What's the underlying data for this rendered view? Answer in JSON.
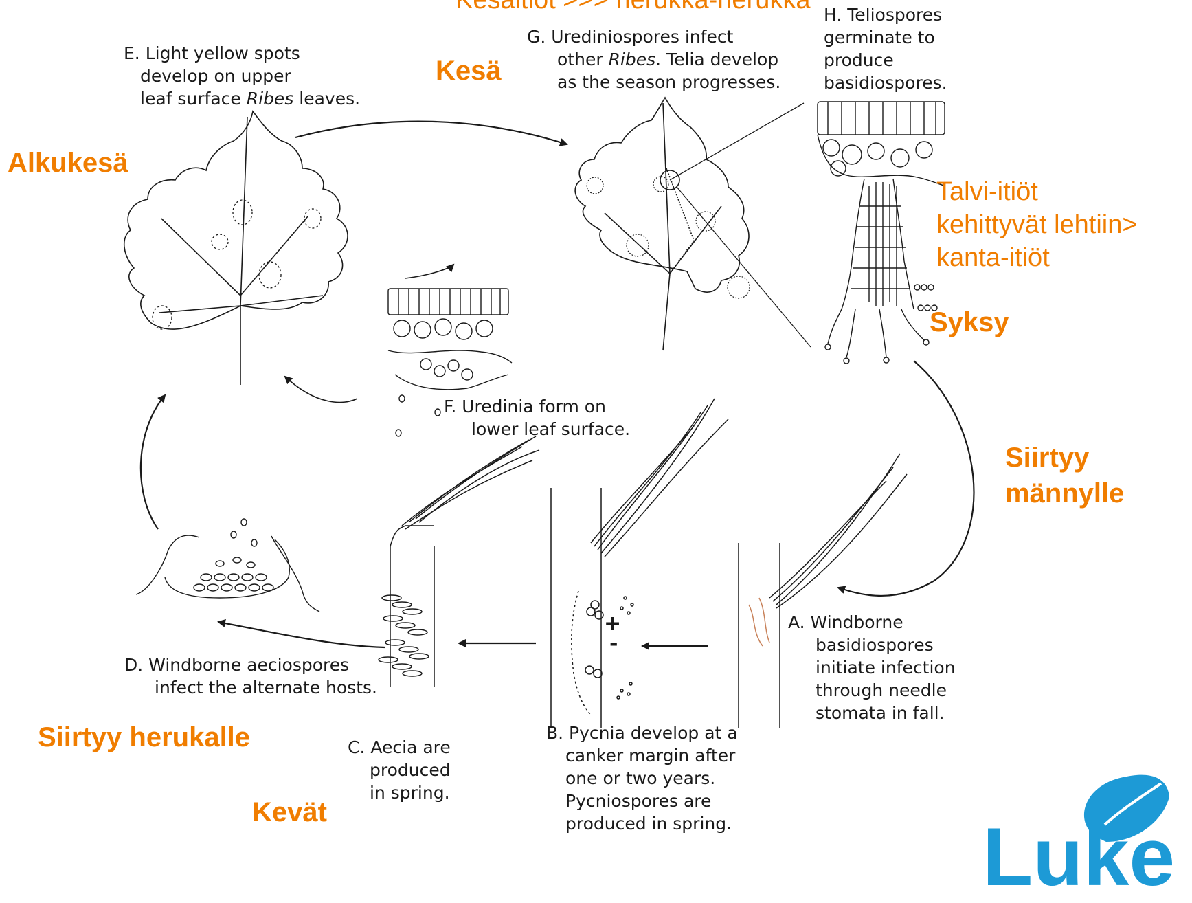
{
  "top_banner": "Kesäitiöt >>> herukka-herukka",
  "stages": {
    "A": {
      "lines": [
        "A.  Windborne",
        "basidiospores",
        "initiate infection",
        "through needle",
        "stomata in fall."
      ]
    },
    "B": {
      "lines": [
        "B. Pycnia develop at a",
        "canker margin after",
        "one or two years.",
        "Pycniospores are",
        "produced in spring."
      ]
    },
    "C": {
      "lines": [
        "C. Aecia are",
        "produced",
        "in spring."
      ]
    },
    "D": {
      "lines": [
        "D. Windborne aeciospores",
        "infect the alternate hosts."
      ]
    },
    "E": {
      "lines": [
        "E. Light yellow spots",
        "develop on upper",
        "leaf surface "
      ],
      "italic": "Ribes",
      "tail": " leaves."
    },
    "F": {
      "lines": [
        "F. Uredinia form on",
        "lower leaf surface."
      ]
    },
    "G": {
      "line1": "G. Urediniospores infect",
      "pre": "other ",
      "italic": "Ribes",
      "post": ". Telia develop",
      "line3": "as the season progresses."
    },
    "H": {
      "lines": [
        "H. Teliospores",
        "germinate to",
        "produce",
        "basidiospores."
      ]
    }
  },
  "finnish": {
    "kesa": "Kesä",
    "alkukesa": "Alkukesä",
    "talvi": [
      "Talvi-itiöt",
      "kehittyvät lehtiin>",
      "kanta-itiöt"
    ],
    "syksy": "Syksy",
    "siirtyy_mannylle": [
      "Siirtyy",
      "männylle"
    ],
    "siirtyy_herukalle": "Siirtyy herukalle",
    "kevat": "Kevät",
    "plus": "+",
    "minus": "-"
  },
  "colors": {
    "accent": "#f07d00",
    "logo": "#1d9ad6",
    "line": "#1a1a1a"
  },
  "logo": {
    "text": "Luke",
    "icon": "leaf-icon"
  }
}
